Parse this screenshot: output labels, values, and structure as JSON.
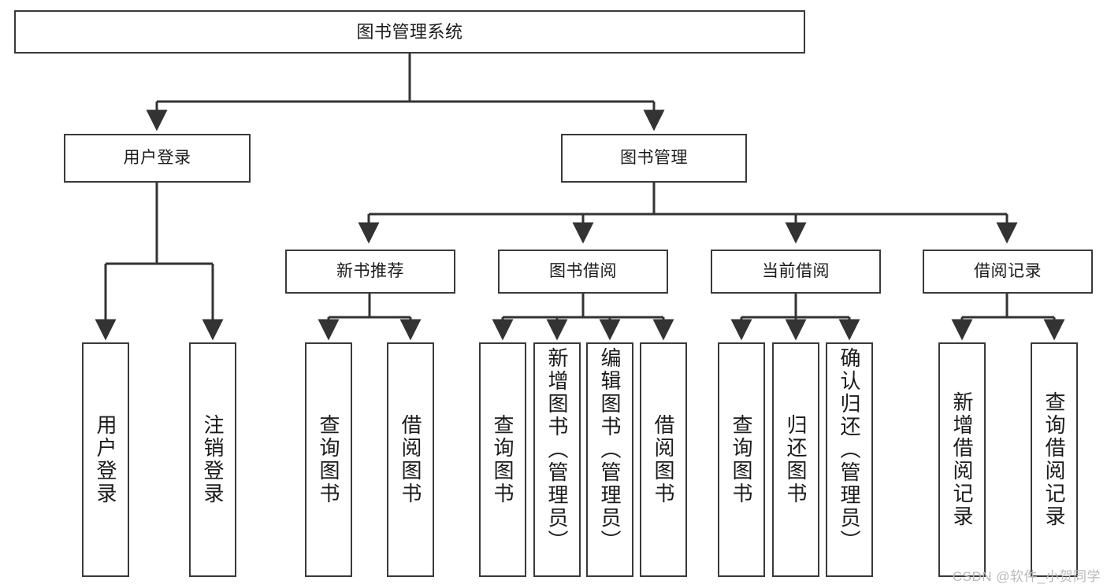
{
  "diagram": {
    "title": "图书管理系统",
    "type": "tree",
    "orientation": "top-down",
    "colors": {
      "box_border": "#3a3a3a",
      "box_fill": "#ffffff",
      "connector": "#333333",
      "text": "#1b1b1b",
      "watermark": "#b9b9b9",
      "background": "#ffffff"
    },
    "nodes": {
      "root": {
        "label": "图书管理系统"
      },
      "level1": [
        {
          "id": "user-login",
          "label": "用户登录"
        },
        {
          "id": "book-management",
          "label": "图书管理"
        }
      ],
      "level2": [
        {
          "id": "new-book-recommend",
          "label": "新书推荐"
        },
        {
          "id": "book-borrow",
          "label": "图书借阅"
        },
        {
          "id": "current-borrow",
          "label": "当前借阅"
        },
        {
          "id": "borrow-record",
          "label": "借阅记录"
        }
      ],
      "leaves": {
        "user-login": [
          {
            "id": "leaf-user-login",
            "label": "用户登录"
          },
          {
            "id": "leaf-logout",
            "label": "注销登录"
          }
        ],
        "new-book-recommend": [
          {
            "id": "leaf-query-book-1",
            "label": "查询图书"
          },
          {
            "id": "leaf-borrow-book-1",
            "label": "借阅图书"
          }
        ],
        "book-borrow": [
          {
            "id": "leaf-query-book-2",
            "label": "查询图书"
          },
          {
            "id": "leaf-add-book",
            "label": "新增图书（管理员）"
          },
          {
            "id": "leaf-edit-book",
            "label": "编辑图书（管理员）"
          },
          {
            "id": "leaf-borrow-book-2",
            "label": "借阅图书"
          }
        ],
        "current-borrow": [
          {
            "id": "leaf-query-book-3",
            "label": "查询图书"
          },
          {
            "id": "leaf-return-book",
            "label": "归还图书"
          },
          {
            "id": "leaf-confirm-return",
            "label": "确认归还（管理员）"
          }
        ],
        "borrow-record": [
          {
            "id": "leaf-add-record",
            "label": "新增借阅记录"
          },
          {
            "id": "leaf-query-record",
            "label": "查询借阅记录"
          }
        ]
      }
    }
  },
  "watermark": {
    "text": "CSDN @软件_小贺同学"
  }
}
